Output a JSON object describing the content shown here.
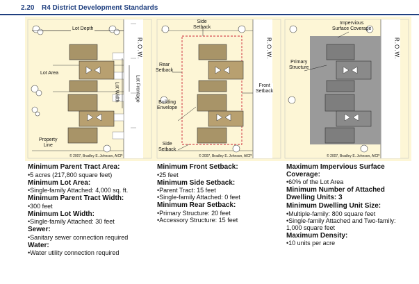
{
  "section": {
    "number": "2.20",
    "title": "R4 District Development Standards"
  },
  "panels": {
    "left": {
      "labels": {
        "lot_depth": "Lot Depth",
        "row": "R.O.W.",
        "lot_area": "Lot Area",
        "lot_width": "Lot Width",
        "lot_frontage": "Lot Frontage",
        "property_line": "Property\nLine"
      },
      "copyright": "© 2007, Bradley E. Johnson, AICP"
    },
    "middle": {
      "labels": {
        "side_setback_top": "Side\nSetback",
        "row": "R.O.W.",
        "rear_setback": "Rear\nSetback",
        "front_setback": "Front\nSetback",
        "building_envelope": "Building\nEnvelope",
        "side_setback_bottom": "Side\nSetback"
      },
      "copyright": "© 2007, Bradley E. Johnson, AICP"
    },
    "right": {
      "labels": {
        "impervious": "Impervious\nSurface Coverage",
        "row": "R.O.W.",
        "primary_structure": "Primary\nStructure"
      },
      "copyright": "© 2007, Bradley E. Johnson, AICP"
    }
  },
  "standards": {
    "col1": [
      {
        "heading": "Minimum Parent Tract Area:",
        "items": [
          "•5 acres (217,800 square feet)"
        ]
      },
      {
        "heading": "Minimum Lot Area:",
        "items": [
          "•Single-family Attached: 4,000 sq. ft."
        ]
      },
      {
        "heading": "Minimum Parent Tract Width:",
        "items": [
          "•300 feet"
        ]
      },
      {
        "heading": "Minimum Lot Width:",
        "items": [
          "•Single-family Attached: 30 feet"
        ]
      },
      {
        "heading": "Sewer:",
        "items": [
          "•Sanitary sewer connection required"
        ]
      },
      {
        "heading": "Water:",
        "items": [
          "•Water utility connection required"
        ]
      }
    ],
    "col2": [
      {
        "heading": "Minimum Front Setback:",
        "items": [
          "•25 feet"
        ]
      },
      {
        "heading": "Minimum Side Setback:",
        "items": [
          "•Parent Tract: 15 feet",
          "•Single-family Attached: 0 feet"
        ]
      },
      {
        "heading": "Minimum Rear Setback:",
        "items": [
          "•Primary Structure: 20 feet",
          "•Accessory Structure: 15 feet"
        ]
      }
    ],
    "col3": [
      {
        "heading": "Maximum Impervious Surface Coverage:",
        "items": [
          "•60% of the Lot Area"
        ]
      },
      {
        "heading": "Minimum Number of Attached Dwelling Units: 3",
        "items": []
      },
      {
        "heading": "Minimum Dwelling Unit Size:",
        "items": [
          "•Multiple-family: 800 square feet",
          "•Single-family Attached and Two-family: 1,000 square feet"
        ]
      },
      {
        "heading": "Maximum Density:",
        "items": [
          "•10 units per acre"
        ]
      }
    ]
  }
}
